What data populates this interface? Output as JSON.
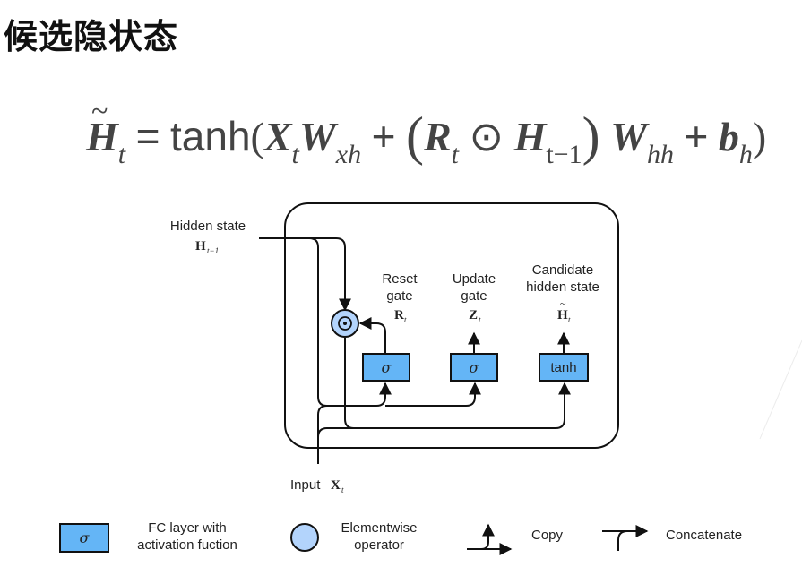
{
  "slide": {
    "title": "候选隐状态"
  },
  "formula": {
    "lhs": "H",
    "lhs_sub": "t",
    "equals": "=",
    "tanh": "tanh",
    "open_paren": "(",
    "x": "X",
    "x_sub": "t",
    "wxh": "W",
    "wxh_sub": "xh",
    "plus1": "+",
    "big_open": "(",
    "r": "R",
    "r_sub": "t",
    "odot": "⊙",
    "h": "H",
    "h_sub": "t−1",
    "big_close": ")",
    "whh": "W",
    "whh_sub": "hh",
    "plus2": "+",
    "b": "b",
    "b_sub": "h",
    "close_paren": ")"
  },
  "diagram": {
    "hidden_state_label": "Hidden state",
    "hidden_state_symbol": "H",
    "hidden_state_sub": "t−1",
    "reset_gate": {
      "line1": "Reset",
      "line2": "gate",
      "symbol": "R",
      "sub": "t",
      "box": "σ"
    },
    "update_gate": {
      "line1": "Update",
      "line2": "gate",
      "symbol": "Z",
      "sub": "t",
      "box": "σ"
    },
    "candidate": {
      "line1": "Candidate",
      "line2": "hidden state",
      "symbol": "H",
      "sub": "t",
      "box": "tanh"
    },
    "input_label": "Input",
    "input_symbol": "X",
    "input_sub": "t",
    "elementwise_symbol": "⊙",
    "colors": {
      "fc_box": "#64b5f6",
      "operator_circle": "#b3d4fc",
      "stroke": "#111111"
    }
  },
  "legend": {
    "fc": {
      "box": "σ",
      "line1": "FC layer with",
      "line2": "activation fuction"
    },
    "elementwise": {
      "line1": "Elementwise",
      "line2": "operator"
    },
    "copy": "Copy",
    "concatenate": "Concatenate"
  }
}
